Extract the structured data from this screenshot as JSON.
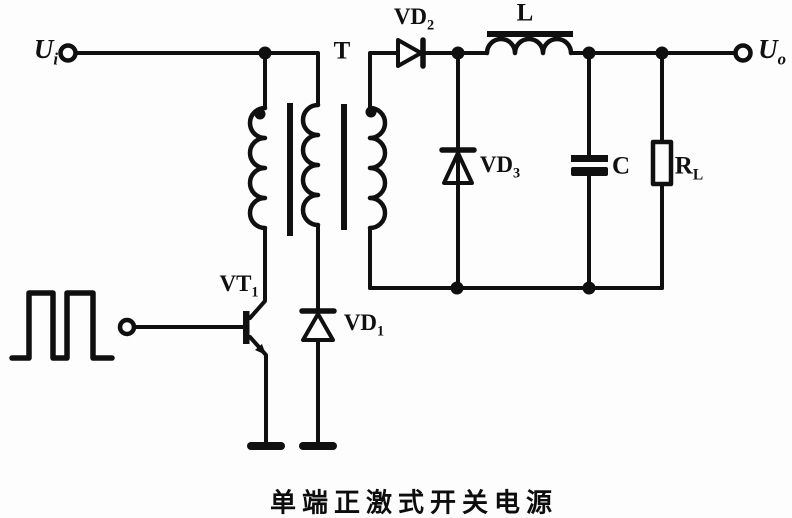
{
  "caption": "单端正激式开关电源",
  "labels": {
    "input_voltage": {
      "text": "U",
      "sub": "i"
    },
    "output_voltage": {
      "text": "U",
      "sub": "o"
    },
    "transformer": {
      "text": "T",
      "sub": ""
    },
    "transistor_vt1": {
      "text": "VT",
      "sub": "1"
    },
    "diode_vd1": {
      "text": "VD",
      "sub": "1"
    },
    "diode_vd2": {
      "text": "VD",
      "sub": "2"
    },
    "diode_vd3": {
      "text": "VD",
      "sub": "3"
    },
    "inductor": {
      "text": "L",
      "sub": ""
    },
    "capacitor": {
      "text": "C",
      "sub": ""
    },
    "load_resistor": {
      "text": "R",
      "sub": "L"
    }
  },
  "colors": {
    "ink": "#101010",
    "background": "#fdfdfd"
  }
}
